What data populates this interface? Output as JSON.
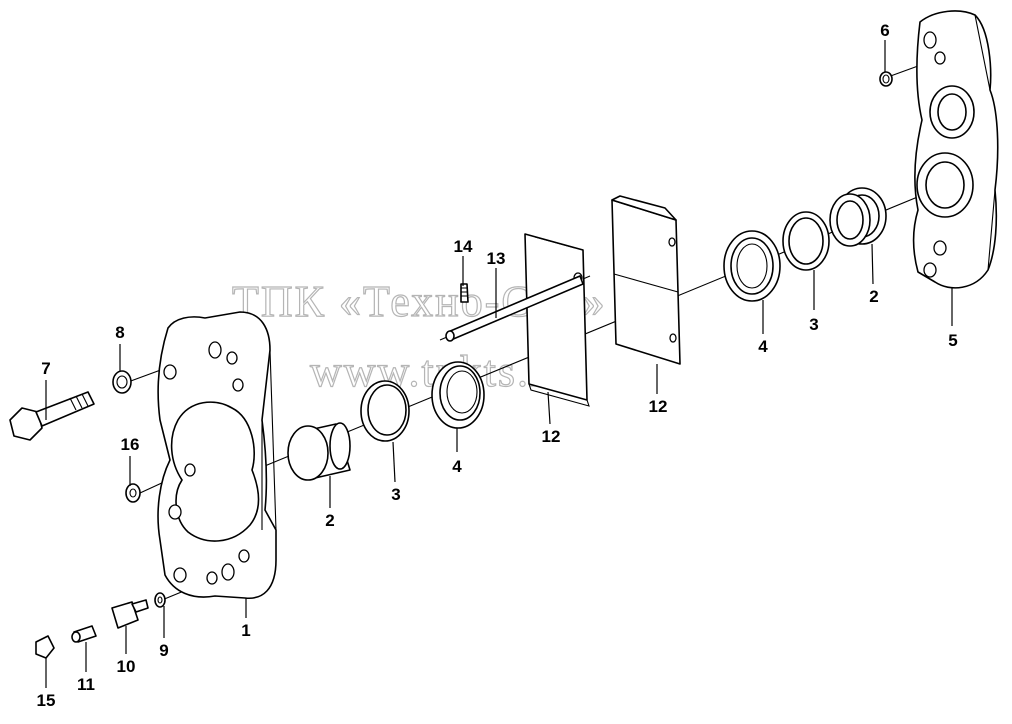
{
  "watermark": {
    "line1": "ТПК «Техно-Сиб»",
    "line2": "www.tpkts.ru"
  },
  "callouts": {
    "c1": "1",
    "c2a": "2",
    "c2b": "2",
    "c3a": "3",
    "c3b": "3",
    "c4a": "4",
    "c4b": "4",
    "c5": "5",
    "c6": "6",
    "c7": "7",
    "c8": "8",
    "c9": "9",
    "c10": "10",
    "c11": "11",
    "c12a": "12",
    "c12b": "12",
    "c13": "13",
    "c14": "14",
    "c15": "15",
    "c16": "16"
  }
}
